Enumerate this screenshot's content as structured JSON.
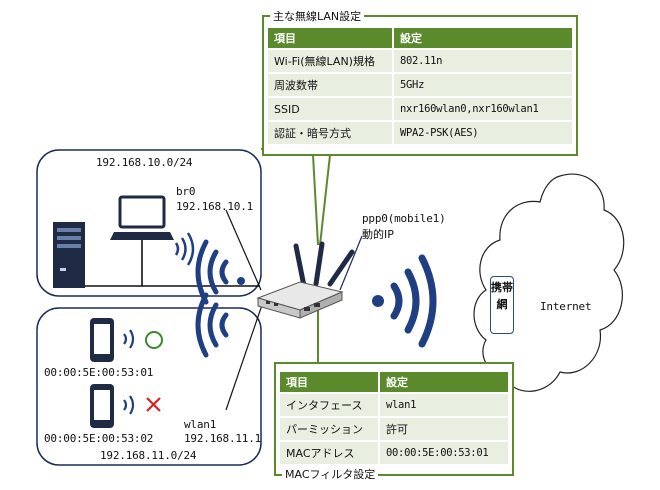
{
  "wireless_settings": {
    "title": "主な無線LAN設定",
    "headers": [
      "項目",
      "設定"
    ],
    "rows": [
      {
        "key": "Wi-Fi(無線LAN)規格",
        "value": "802.11n"
      },
      {
        "key": "周波数帯",
        "value": "5GHz"
      },
      {
        "key": "SSID",
        "value": "nxr160wlan0,nxr160wlan1"
      },
      {
        "key": "認証・暗号方式",
        "value": "WPA2-PSK(AES)"
      }
    ]
  },
  "mac_filter_settings": {
    "title": "MACフィルタ設定",
    "headers": [
      "項目",
      "設定"
    ],
    "rows": [
      {
        "key": "インタフェース",
        "value": "wlan1"
      },
      {
        "key": "パーミッション",
        "value": "許可"
      },
      {
        "key": "MACアドレス",
        "value": "00:00:5E:00:53:01"
      }
    ]
  },
  "lan1": {
    "network": "192.168.10.0/24",
    "interface": "br0",
    "address": "192.168.10.1"
  },
  "lan2": {
    "network": "192.168.11.0/24",
    "interface": "wlan1",
    "address": "192.168.11.1",
    "phone_allowed_mac": "00:00:5E:00:53:01",
    "phone_denied_mac": "00:00:5E:00:53:02"
  },
  "wan": {
    "interface": "ppp0(mobile1)",
    "address_type": "動的IP",
    "carrier": "携帯網",
    "cloud": "Internet"
  },
  "colors": {
    "accent_green": "#5a8a2c",
    "row_fill": "#e8eee0",
    "wave_blue": "#1f3f82",
    "allowed": "#3a8a2a",
    "denied": "#e02020"
  },
  "icons": [
    "server-icon",
    "laptop-icon",
    "smartphone-icon",
    "router-icon",
    "wifi-wave-icon",
    "cloud-icon",
    "check-circle-icon",
    "cross-icon"
  ]
}
